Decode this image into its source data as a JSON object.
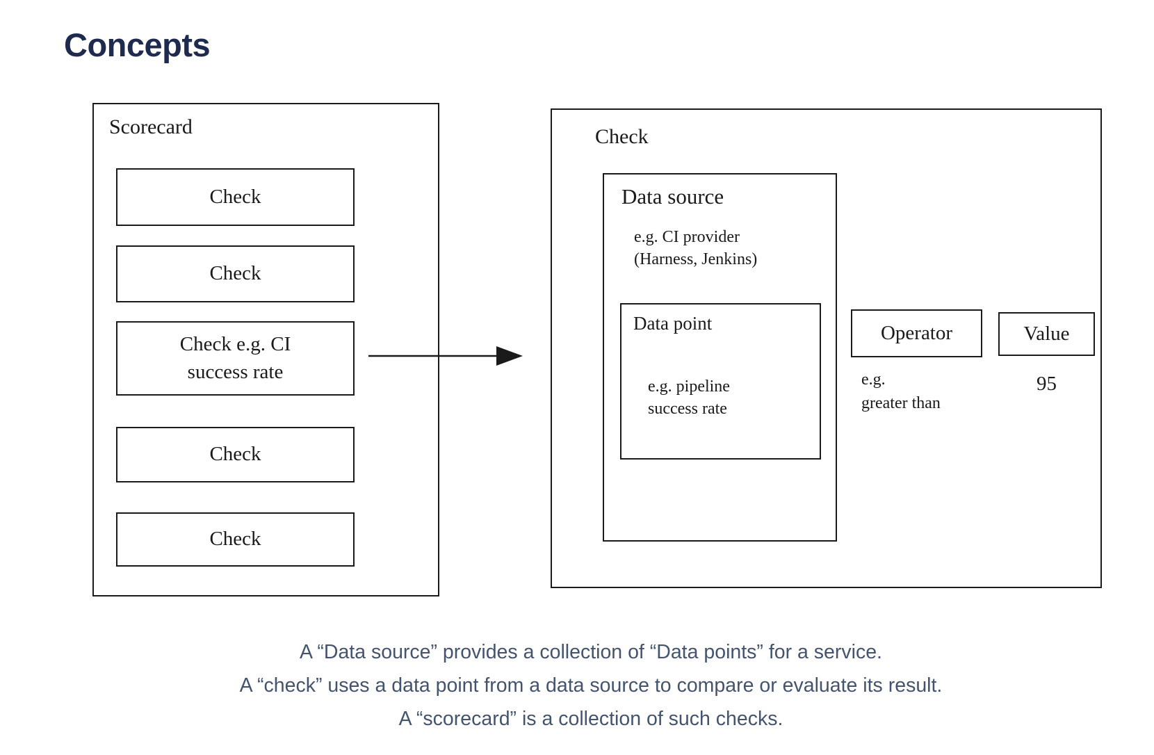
{
  "page": {
    "title": "Concepts"
  },
  "scorecard": {
    "label": "Scorecard",
    "checks": [
      "Check",
      "Check",
      "Check e.g. CI\nsuccess rate",
      "Check",
      "Check"
    ]
  },
  "check_detail": {
    "label": "Check",
    "data_source": {
      "label": "Data source",
      "example": "e.g. CI provider\n(Harness, Jenkins)"
    },
    "data_point": {
      "label": "Data point",
      "example": "e.g. pipeline\nsuccess rate"
    },
    "operator": {
      "label": "Operator",
      "example": "e.g.\ngreater than"
    },
    "value": {
      "label": "Value",
      "example": "95"
    }
  },
  "caption": {
    "line1": "A “Data source” provides a collection of “Data points” for a service.",
    "line2": "A “check” uses a data point from a data source to compare or evaluate its result.",
    "line3": "A “scorecard” is a collection of such checks."
  },
  "colors": {
    "heading": "#1E2B4F",
    "caption_text": "#44546F",
    "diagram_stroke": "#1A1A1A",
    "background": "#FFFFFF"
  }
}
